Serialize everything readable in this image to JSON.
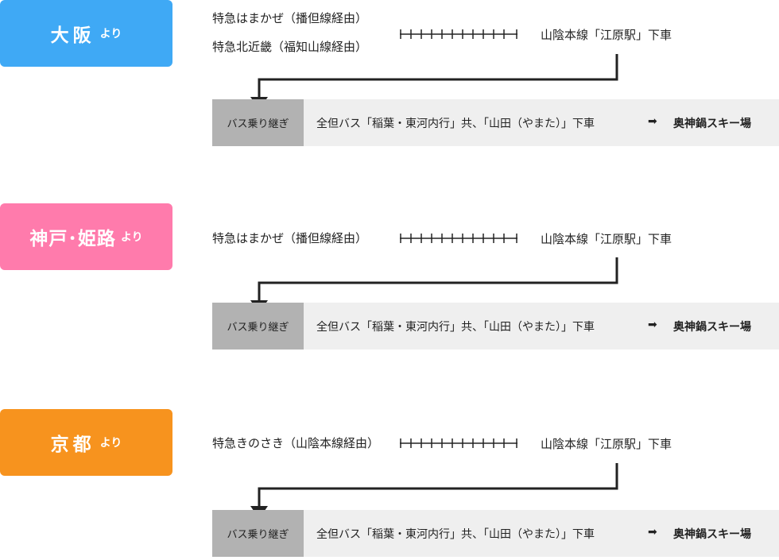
{
  "colors": {
    "osaka": "#3fa9f5",
    "kobe": "#ff7bac",
    "kyoto": "#f7931e",
    "bus_label_bg": "#b2b2b2",
    "bus_row_bg": "#efefef"
  },
  "routes": [
    {
      "origin": "大阪",
      "suffix": "より",
      "trains": [
        "特急はまかぜ（播但線経由）",
        "特急北近畿（福知山線経由）"
      ],
      "destination": "山陰本線「江原駅」下車",
      "bus_label": "バス乗り継ぎ",
      "bus_route": "全但バス「稲葉・東河内行」共、「山田（やまた）」下車",
      "resort": "奥神鍋スキー場"
    },
    {
      "origin": "神戸･姫路",
      "suffix": "より",
      "trains": [
        "特急はまかぜ（播但線経由）"
      ],
      "destination": "山陰本線「江原駅」下車",
      "bus_label": "バス乗り継ぎ",
      "bus_route": "全但バス「稲葉・東河内行」共、「山田（やまた）」下車",
      "resort": "奥神鍋スキー場"
    },
    {
      "origin": "京都",
      "suffix": "より",
      "trains": [
        "特急きのさき（山陰本線経由）"
      ],
      "destination": "山陰本線「江原駅」下車",
      "bus_label": "バス乗り継ぎ",
      "bus_route": "全但バス「稲葉・東河内行」共、「山田（やまた）」下車",
      "resort": "奥神鍋スキー場"
    }
  ]
}
